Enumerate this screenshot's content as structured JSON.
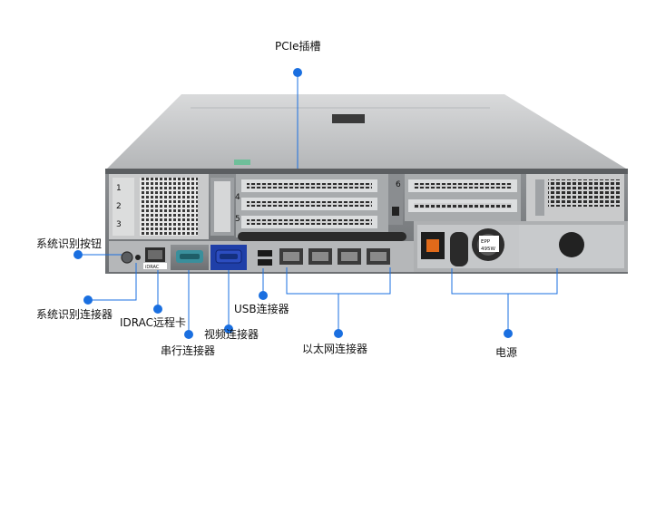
{
  "labels": {
    "pcie_slots": "PCIe插槽",
    "system_id_button": "系统识别按钮",
    "system_id_connector": "系统识别连接器",
    "idrac_card": "IDRAC远程卡",
    "serial_connector": "串行连接器",
    "video_connector": "视频连接器",
    "usb_connector": "USB连接器",
    "ethernet_connector": "以太网连接器",
    "power_supply": "电源"
  },
  "panel_markings": {
    "slot_1": "1",
    "slot_2": "2",
    "slot_3": "3",
    "slot_4": "4",
    "slot_5": "5",
    "slot_6": "6",
    "idrac_tag": "iDRAC",
    "psu_badge_top": "EPP",
    "psu_badge_bottom": "495W"
  },
  "colors": {
    "callout_blue": "#1a6fe0",
    "vga_blue": "#1f3fa8",
    "serial_teal": "#3a8f9c",
    "chassis_grey": "#b9bbbd"
  }
}
